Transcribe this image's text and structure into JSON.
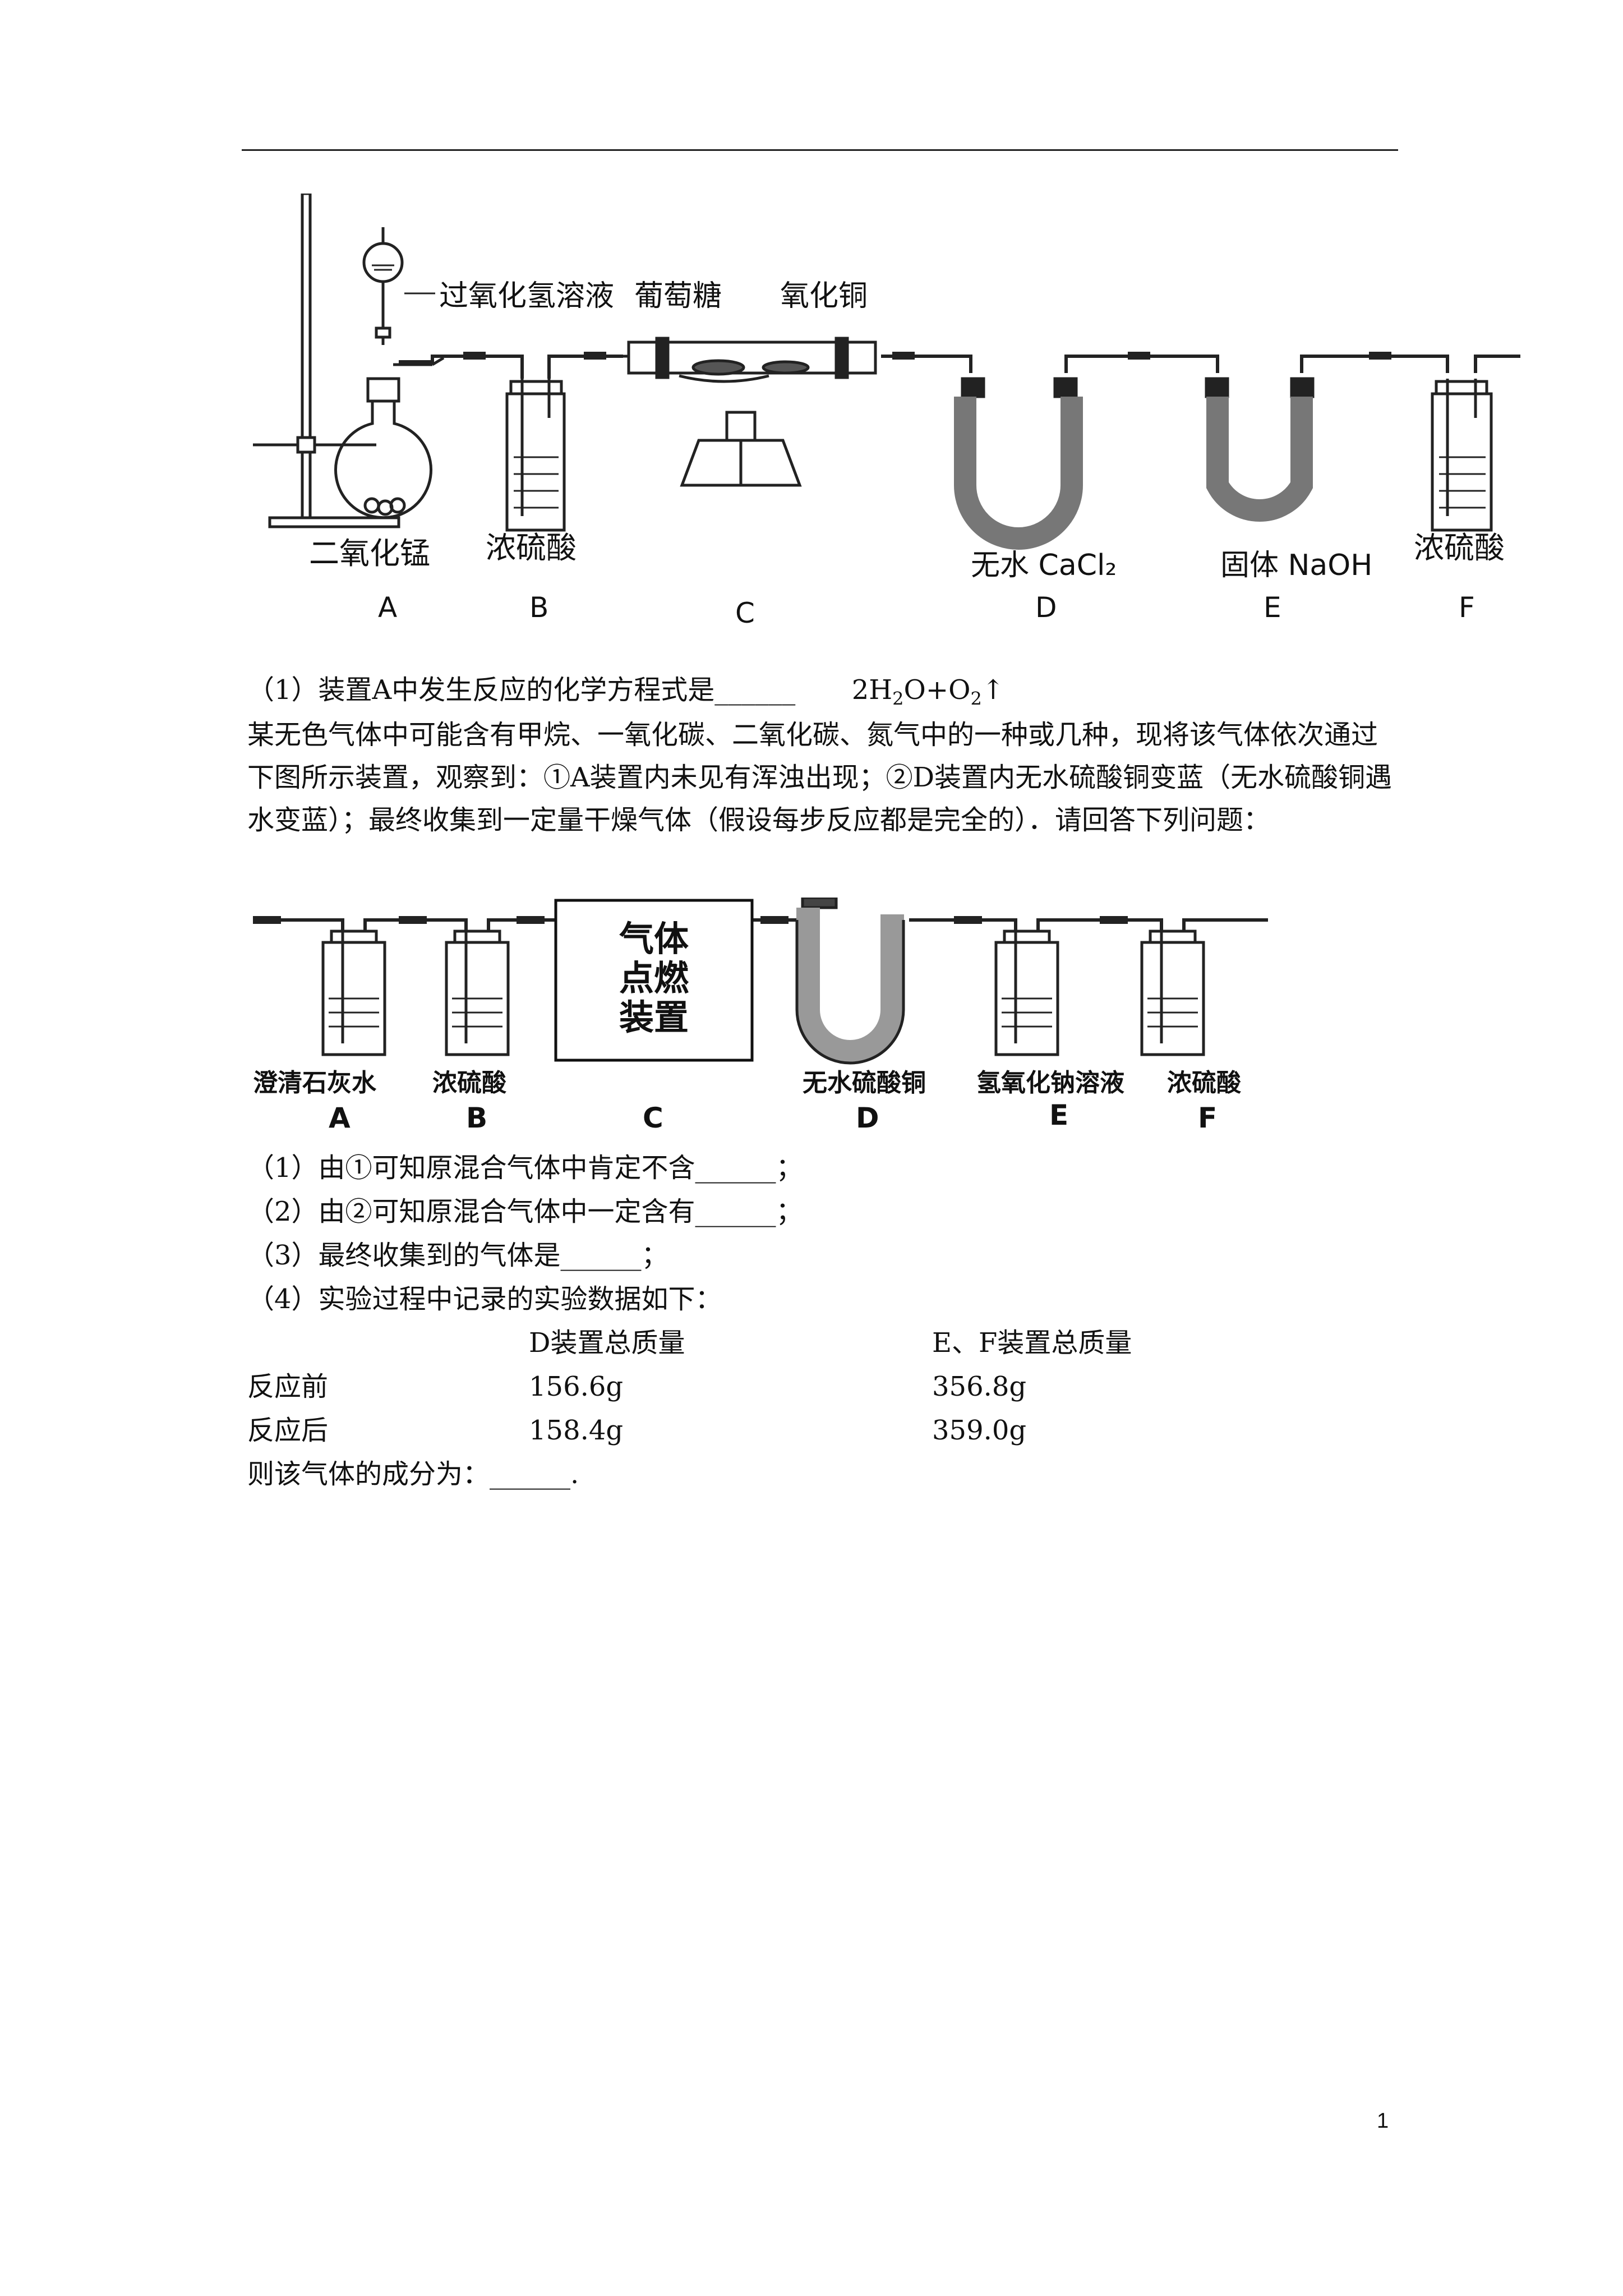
{
  "figure1": {
    "labels": {
      "h2o2": "过氧化氢溶液",
      "glucose": "葡萄糖",
      "cuo": "氧化铜",
      "mno2": "二氧化锰",
      "b_conc": "浓硫酸",
      "d_cacl2": "无水 CaCl₂",
      "e_naoh": "固体 NaOH",
      "f_conc": "浓硫酸"
    },
    "letters": [
      "A",
      "B",
      "C",
      "D",
      "E",
      "F"
    ]
  },
  "q1": {
    "prefix": "（1）装置A中发生反应的化学方程式是______",
    "eq_a": "2H",
    "eq_sub1": "2",
    "eq_b": "O+O",
    "eq_sub2": "2",
    "eq_arrow": "↑"
  },
  "intro": "某无色气体中可能含有甲烷、一氧化碳、二氧化碳、氮气中的一种或几种，现将该气体依次通过下图所示装置，观察到：①A装置内未见有浑浊出现；②D装置内无水硫酸铜变蓝（无水硫酸铜遇水变蓝）；最终收集到一定量干燥气体（假设每步反应都是完全的）．请回答下列问题：",
  "figure2": {
    "box": [
      "气体",
      "点燃",
      "装置"
    ],
    "labels": [
      "澄清石灰水",
      "浓硫酸",
      "无水硫酸铜",
      "氢氧化钠溶液",
      "浓硫酸"
    ],
    "letters": [
      "A",
      "B",
      "C",
      "D",
      "E",
      "F"
    ]
  },
  "questions": [
    "（1）由①可知原混合气体中肯定不含______；",
    "（2）由②可知原混合气体中一定含有______；",
    "（3）最终收集到的气体是______；",
    "（4）实验过程中记录的实验数据如下："
  ],
  "table": {
    "headers": [
      "D装置总质量",
      "E、F装置总质量"
    ],
    "rows": [
      {
        "label": "反应前",
        "d": "156.6g",
        "ef": "356.8g"
      },
      {
        "label": "反应后",
        "d": "158.4g",
        "ef": "359.0g"
      }
    ]
  },
  "conclusion": "则该气体的成分为：______.",
  "page_number": "1"
}
